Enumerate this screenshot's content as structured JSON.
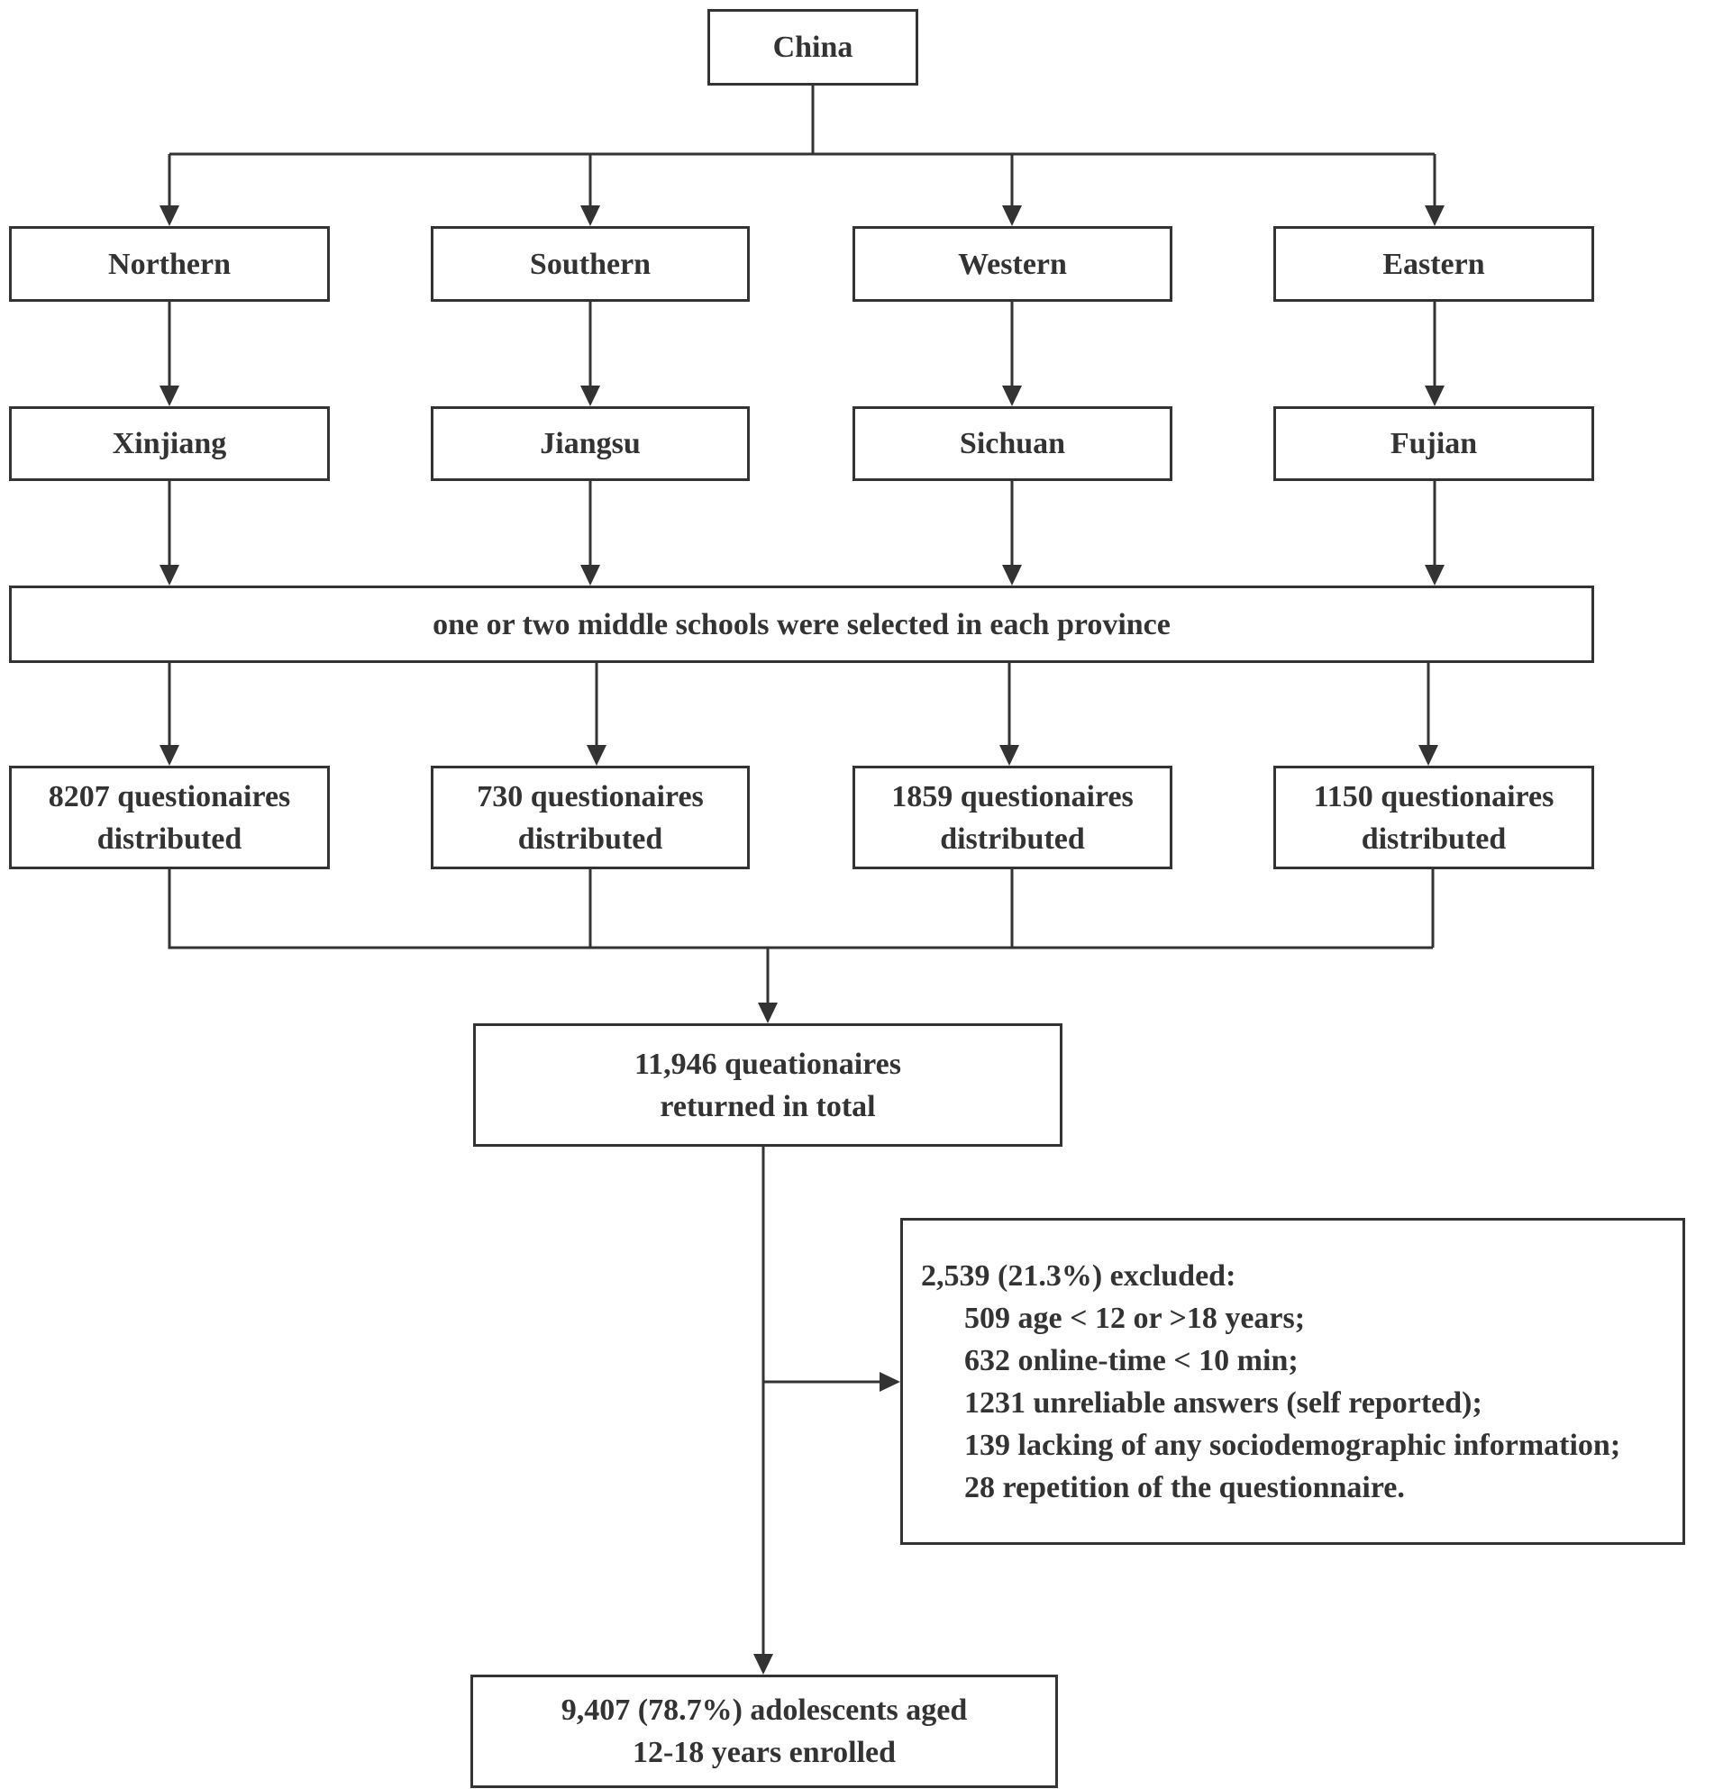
{
  "nodes": {
    "root": "China",
    "regions": [
      "Northern",
      "Southern",
      "Western",
      "Eastern"
    ],
    "provinces": [
      "Xinjiang",
      "Jiangsu",
      "Sichuan",
      "Fujian"
    ],
    "selection": "one or two middle schools were selected in each province",
    "distributed": [
      {
        "line1": "8207 questionaires",
        "line2": "distributed"
      },
      {
        "line1": "730 questionaires",
        "line2": "distributed"
      },
      {
        "line1": "1859 questionaires",
        "line2": "distributed"
      },
      {
        "line1": "1150 questionaires",
        "line2": "distributed"
      }
    ],
    "returned": {
      "line1": "11,946 queationaires",
      "line2": "returned in total"
    },
    "excluded": {
      "heading": "2,539 (21.3%) excluded:",
      "reasons": [
        "509 age < 12 or >18 years;",
        "632 online-time < 10 min;",
        "1231 unreliable answers (self reported);",
        "139 lacking of any sociodemographic information;",
        "28 repetition of the questionnaire."
      ]
    },
    "enrolled": {
      "line1": "9,407 (78.7%) adolescents aged",
      "line2": "12-18 years enrolled"
    }
  }
}
